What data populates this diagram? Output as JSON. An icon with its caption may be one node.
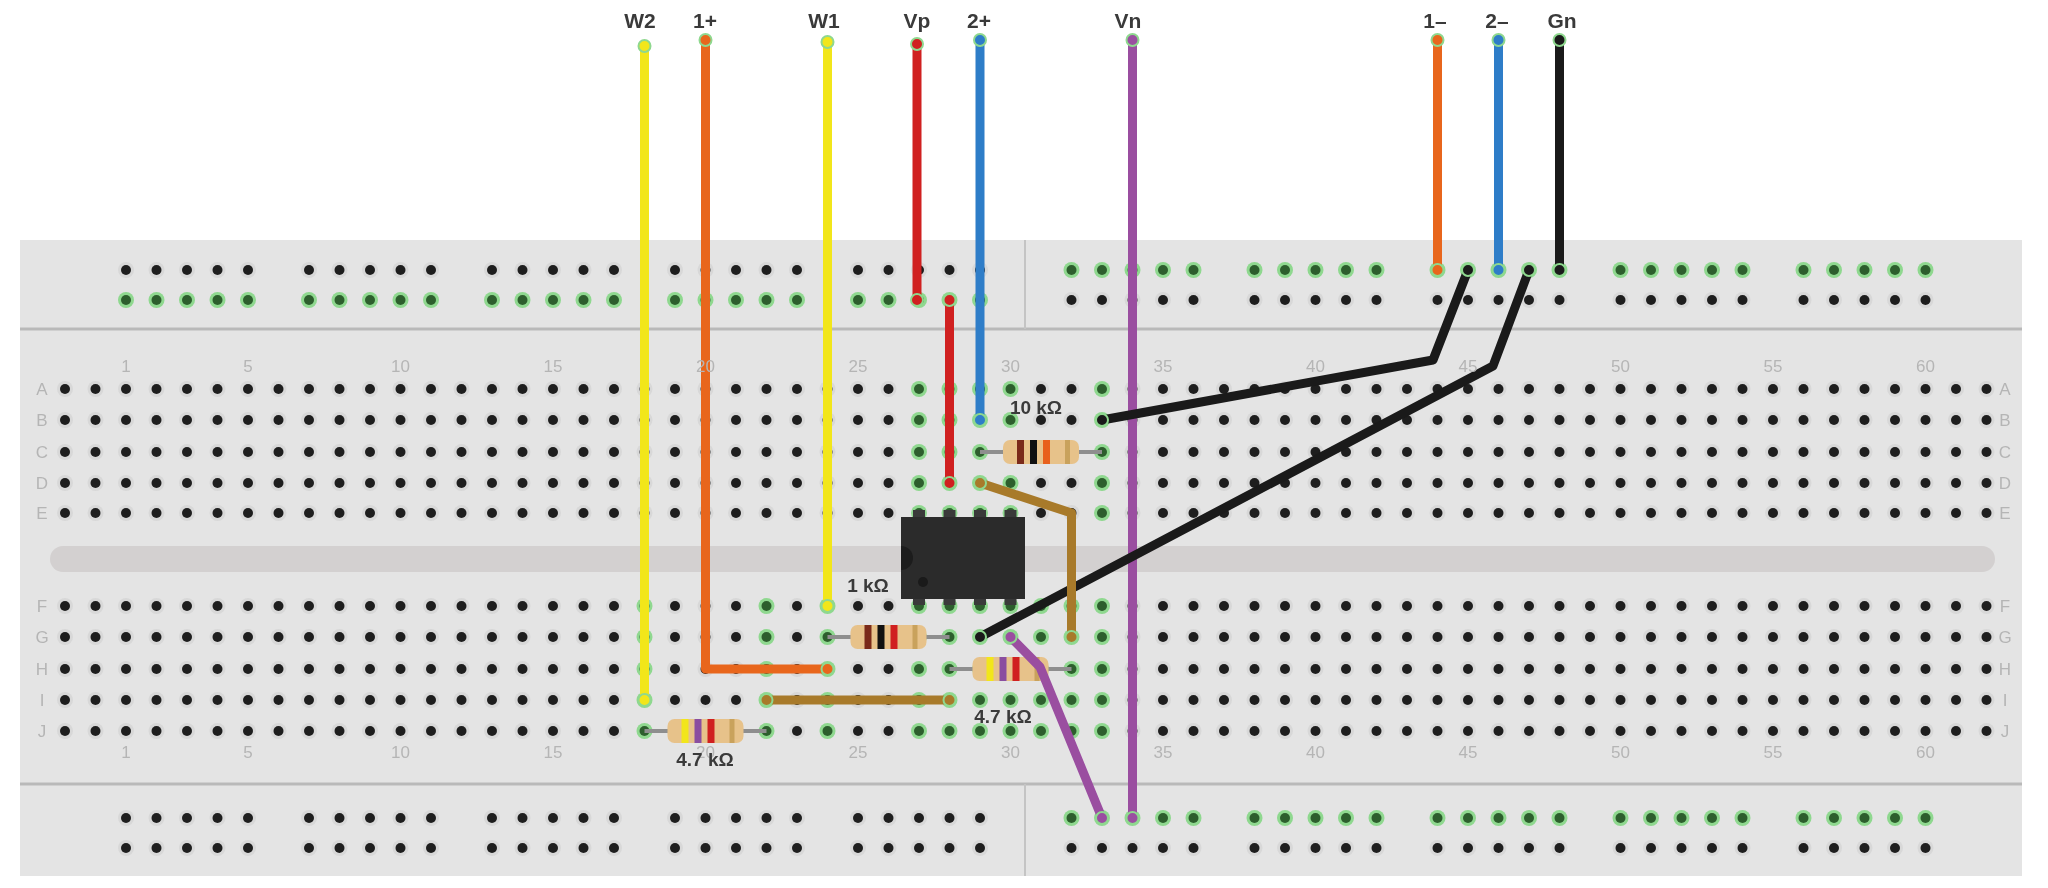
{
  "diagram": {
    "labels": [
      "W2",
      "1+",
      "W1",
      "Vp",
      "2+",
      "Vn",
      "1–",
      "2–",
      "Gn",
      "1",
      "5",
      "10",
      "15",
      "20",
      "25",
      "30",
      "35",
      "40",
      "45",
      "50",
      "55",
      "60",
      "A",
      "A",
      "10 kΩ",
      "B",
      "B",
      "C",
      "C",
      "D",
      "D",
      "E",
      "E",
      "1 kΩ",
      "F",
      "F",
      "G",
      "G",
      "H",
      "H",
      "I",
      "I",
      "J",
      "J",
      "4.7 kΩ",
      "1",
      "5",
      "10",
      "15",
      "20",
      "25",
      "30",
      "35",
      "40",
      "45",
      "50",
      "55",
      "60",
      "4.7 kΩ"
    ]
  }
}
